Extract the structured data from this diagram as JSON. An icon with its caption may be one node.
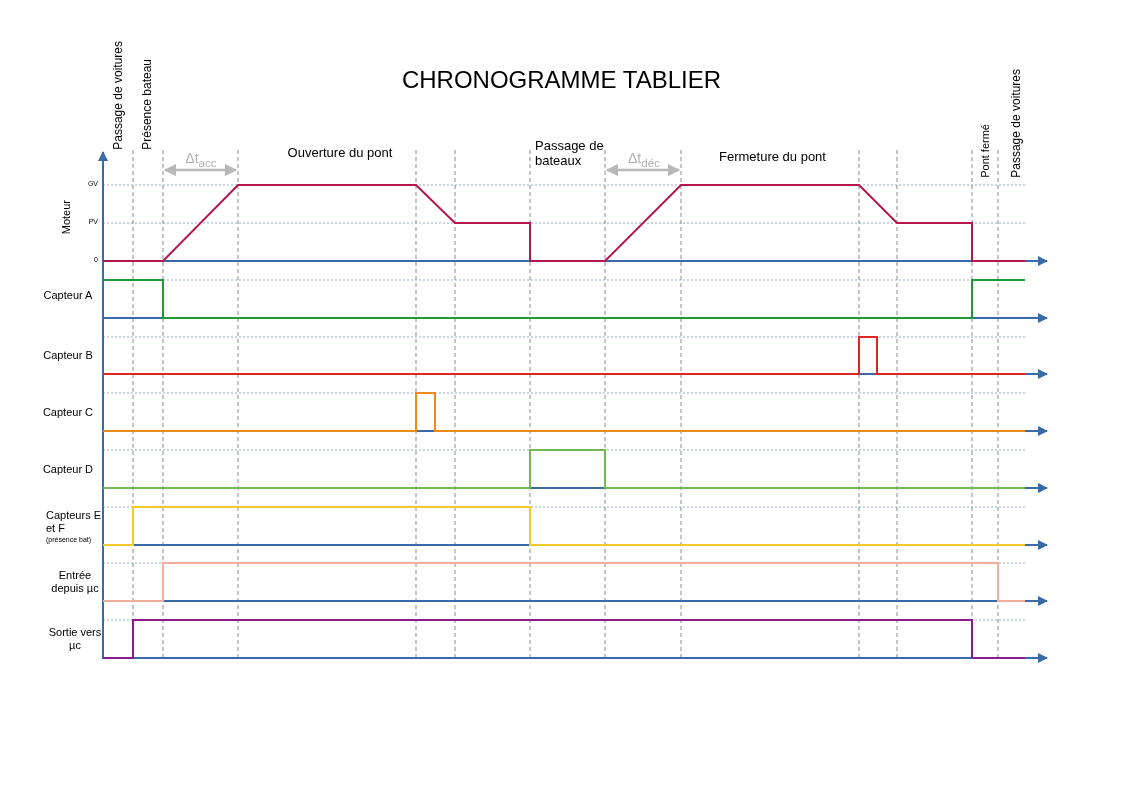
{
  "diagram": {
    "title": "CHRONOGRAMME TABLIER",
    "labels": [
      "Passage de voitures",
      "Présence bateau",
      "Δt$_{acc}$",
      "Ouverture du pont",
      "Passage de bateaux",
      "Δt$_{déc}$",
      "Fermeture du pont",
      "Pont fermé",
      "Passage de voitures",
      "GV",
      "Moteur",
      "PV",
      "0",
      "Capteur A",
      "Capteur B",
      "Capteur C",
      "Capteur D",
      "Capteurs E et F",
      "(présence bat)",
      "Entrée depuis µc",
      "Sortie vers µc"
    ]
  }
}
